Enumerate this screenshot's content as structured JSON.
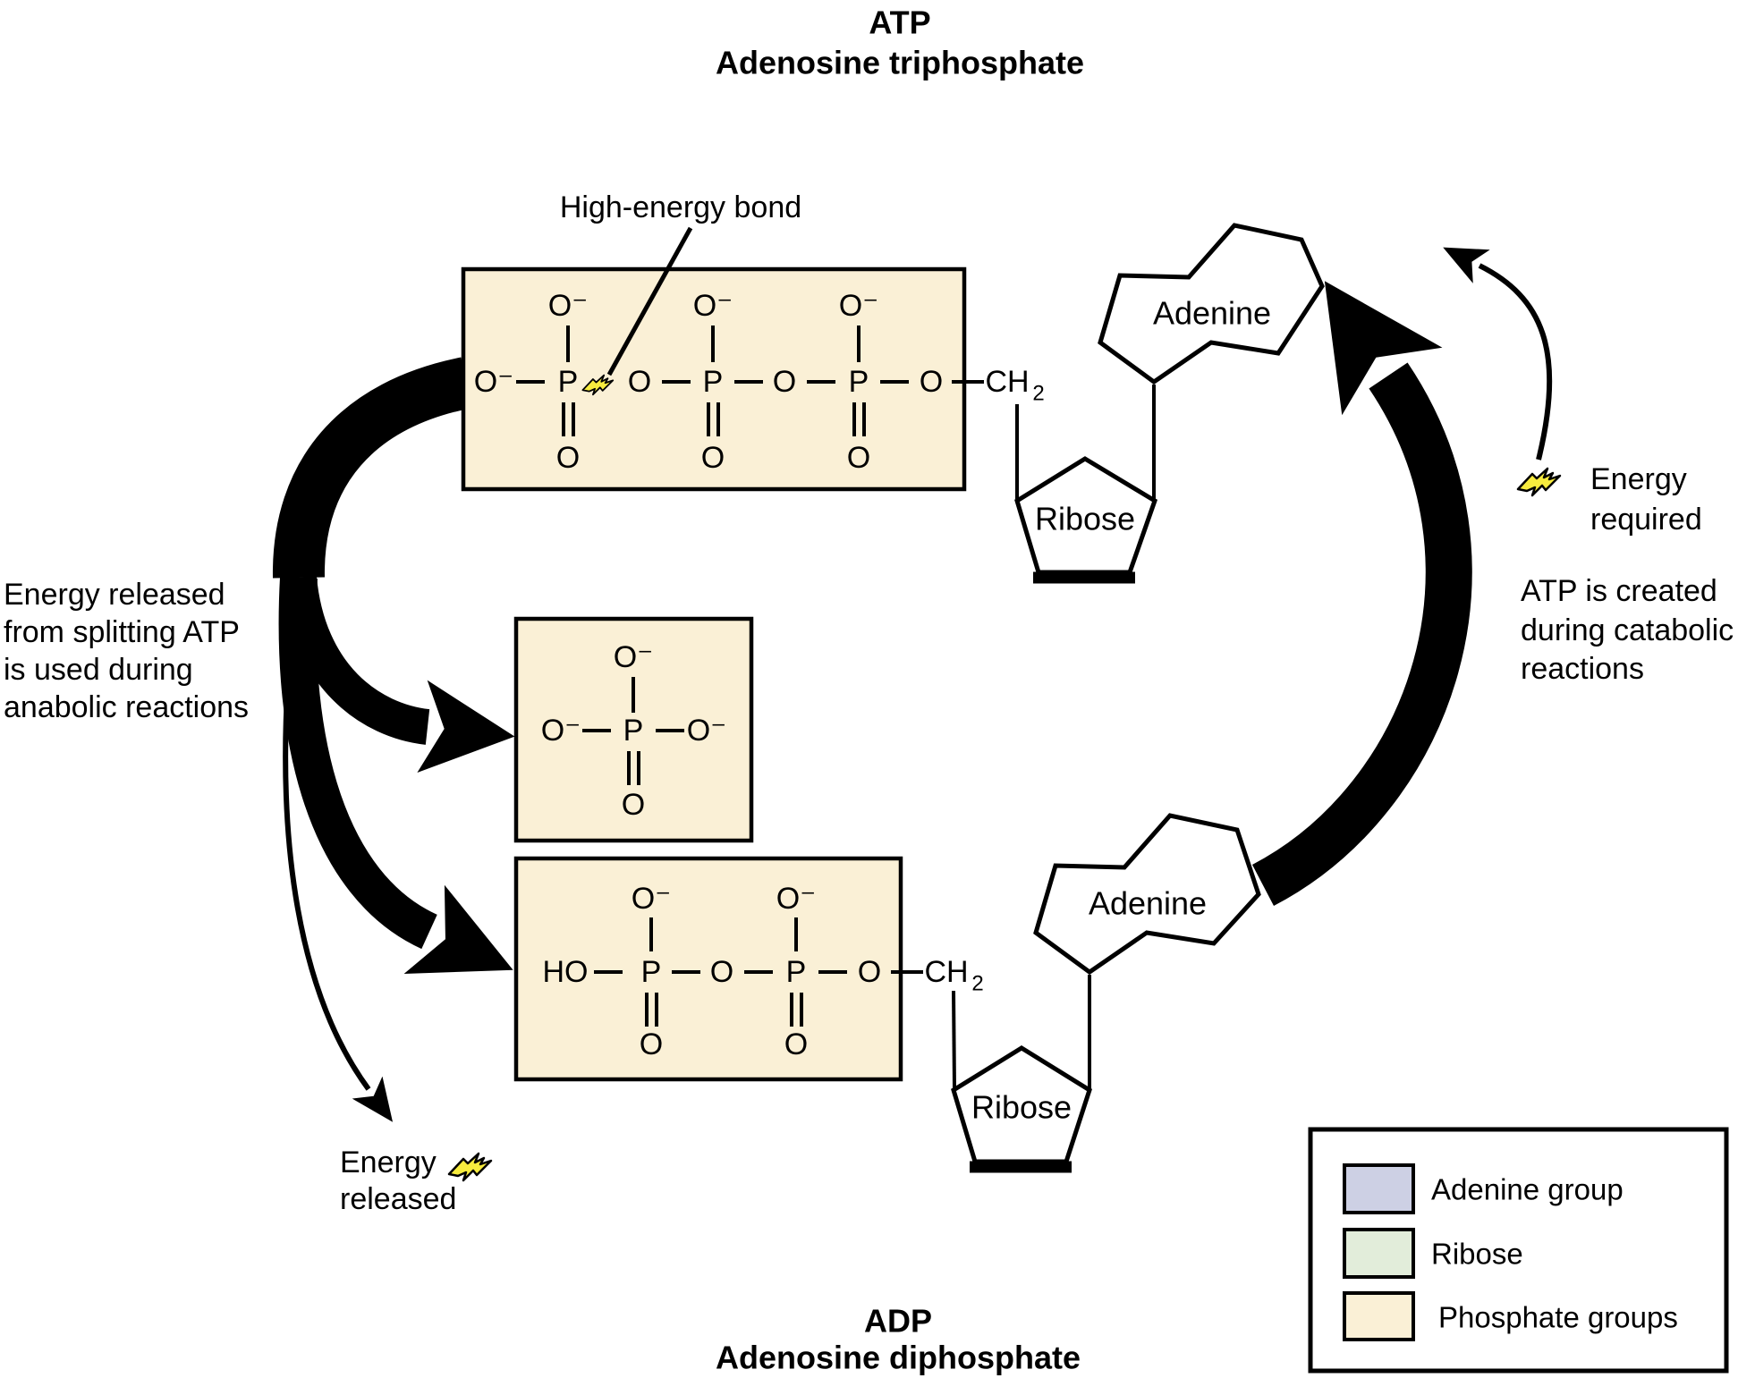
{
  "colors": {
    "phosphate": "#FAF0D6",
    "adenine": "#CDD0E4",
    "ribose": "#E2EDDA",
    "bolt": "#F7EC3E",
    "ink": "#000000"
  },
  "atoms": {
    "o_minus": "O⁻",
    "o": "O",
    "p": "P",
    "ho": "HO",
    "ch": "CH",
    "ch_subscript": "2"
  },
  "titles": {
    "atp": {
      "abbr": "ATP",
      "full": "Adenosine triphosphate"
    },
    "adp": {
      "abbr": "ADP",
      "full": "Adenosine diphosphate"
    }
  },
  "annotations": {
    "high_energy_bond": "High-energy bond",
    "energy_released_note": [
      "Energy released",
      "from splitting ATP",
      "is used during",
      "anabolic reactions"
    ],
    "energy_released": [
      "Energy",
      "released"
    ],
    "energy_required": [
      "Energy",
      "required"
    ],
    "atp_created_note": [
      "ATP is created",
      "during catabolic",
      "reactions"
    ]
  },
  "shapes": {
    "adenine": "Adenine",
    "ribose": "Ribose"
  },
  "legend": {
    "items": [
      {
        "label": "Adenine group",
        "color": "#CDD0E4"
      },
      {
        "label": "Ribose",
        "color": "#E2EDDA"
      },
      {
        "label": "Phosphate groups",
        "color": "#FAF0D6"
      }
    ]
  }
}
